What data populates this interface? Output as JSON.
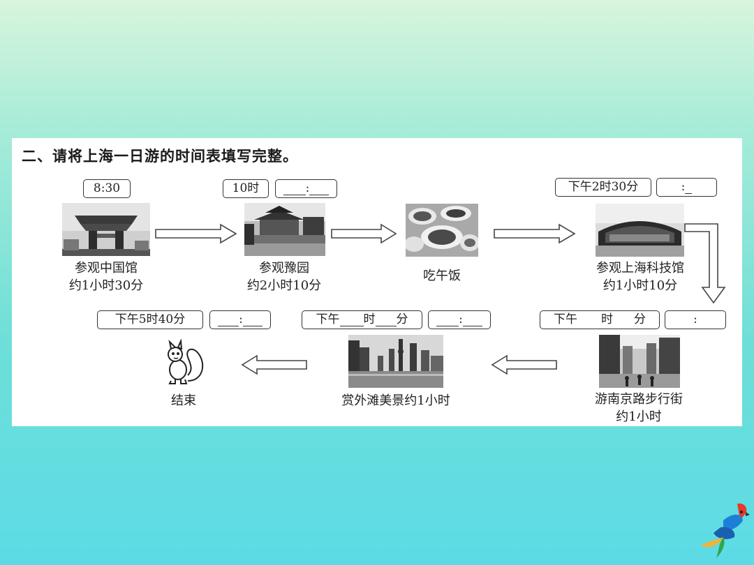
{
  "heading": "二、请将上海一日游的时间表填写完整。",
  "stops": [
    {
      "time": "8:30",
      "line1": "参观中国馆",
      "line2": "约1小时30分"
    },
    {
      "time": "10时",
      "line1": "参观豫园",
      "line2": "约2小时10分"
    },
    {
      "time": "",
      "line1": "吃午饭",
      "line2": ""
    },
    {
      "time": "下午2时30分",
      "line1": "参观上海科技馆",
      "line2": "约1小时10分"
    },
    {
      "time_prefix": "下午",
      "time_h": "时",
      "time_m": "分",
      "line1": "游南京路步行街",
      "line2": "约1小时"
    },
    {
      "time_prefix": "下午",
      "time_h": "时",
      "time_m": "分",
      "line1": "赏外滩美景约1小时",
      "line2": ""
    },
    {
      "time": "下午5时40分",
      "line1": "结束",
      "line2": ""
    }
  ],
  "colon": ":",
  "icons": [
    "china-pavilion-photo",
    "yuyuan-garden-photo",
    "lunch-food-photo",
    "science-museum-photo",
    "nanjing-road-photo",
    "bund-skyline-photo",
    "squirrel-icon",
    "parrot-icon"
  ]
}
